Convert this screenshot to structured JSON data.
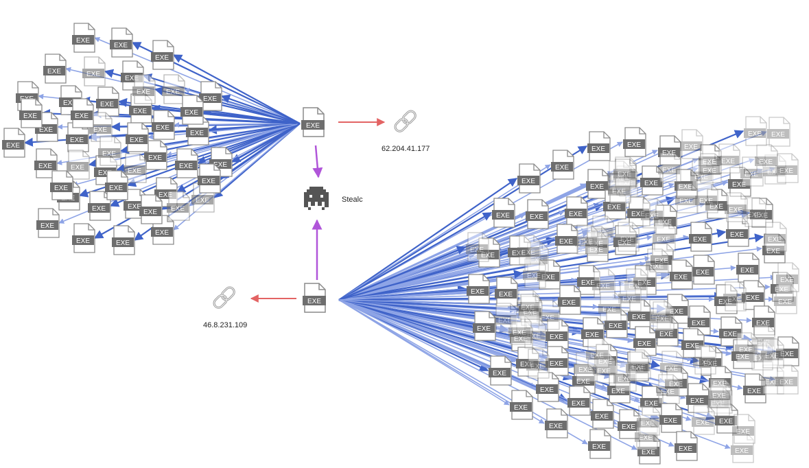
{
  "graph": {
    "main_nodes": {
      "top_exe": {
        "label": "EXE"
      },
      "bottom_exe": {
        "label": "EXE"
      }
    },
    "malware": {
      "name": "Stealc",
      "icon": "space-invader-icon"
    },
    "ips": [
      {
        "address": "62.204.41.177",
        "icon": "link-icon"
      },
      {
        "address": "46.8.231.109",
        "icon": "link-icon"
      }
    ],
    "file_badge": "EXE",
    "clusters": [
      {
        "name": "left-cluster",
        "source": "top_exe",
        "count": 45
      },
      {
        "name": "right-cluster",
        "source": "bottom_exe",
        "count": 150
      }
    ],
    "colors": {
      "edge_strong": "#3f63c9",
      "edge_light": "#8ea4e6",
      "edge_red": "#e36363",
      "edge_purple": "#b055d9",
      "file_stroke": "#8a8a8a",
      "badge_fill": "#6e6e6e",
      "badge_text": "#ffffff"
    }
  }
}
